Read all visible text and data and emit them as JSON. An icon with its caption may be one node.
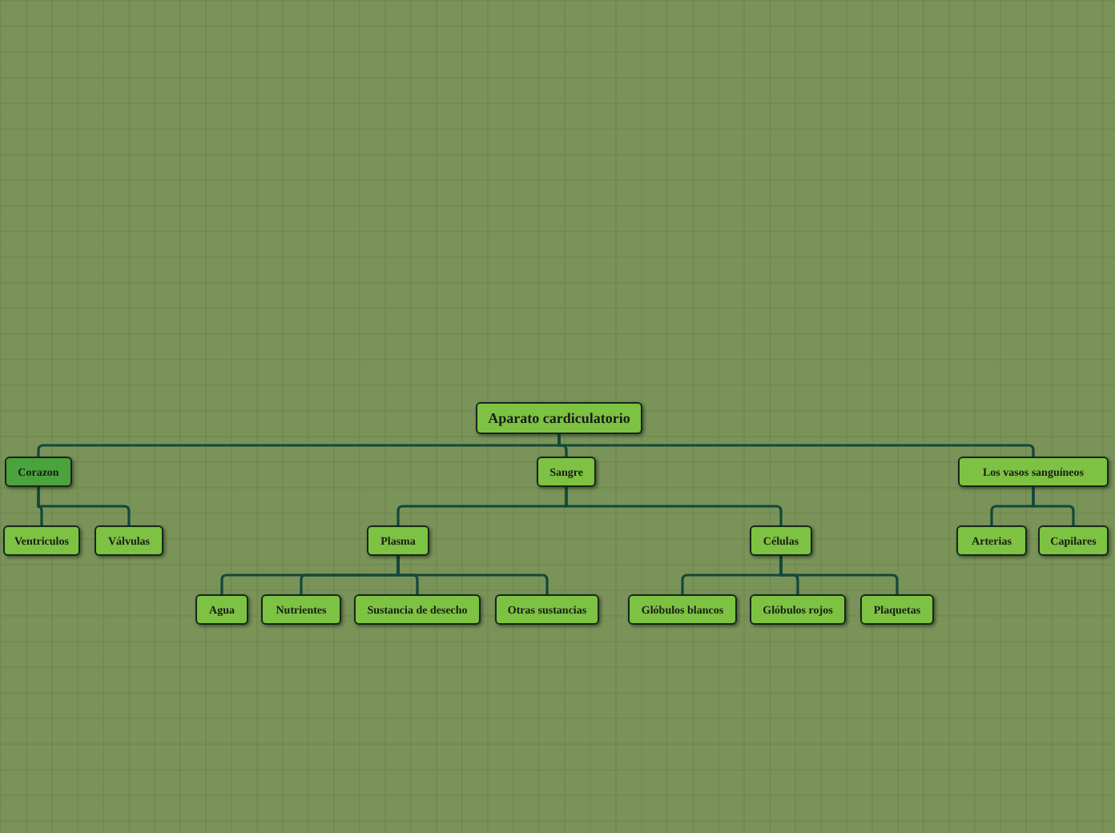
{
  "diagram": {
    "nodes": [
      {
        "text": [
          "Aparato cardiculatorio"
        ]
      },
      {
        "text": [
          "Corazon"
        ]
      },
      {
        "text": [
          "Ventriculos"
        ]
      },
      {
        "text": [
          "Válvulas"
        ]
      },
      {
        "text": [
          "Sangre"
        ]
      },
      {
        "text": [
          "Plasma"
        ]
      },
      {
        "text": [
          "Agua"
        ]
      },
      {
        "text": [
          "Nutrientes"
        ]
      },
      {
        "text": [
          "Sustancia de desecho"
        ]
      },
      {
        "text": [
          "Otras sustancias"
        ]
      },
      {
        "text": [
          "Células"
        ]
      },
      {
        "text": [
          "Glóbulos blancos"
        ]
      },
      {
        "text": [
          "Glóbulos rojos"
        ]
      },
      {
        "text": [
          "Plaquetas"
        ]
      },
      {
        "text": [
          "Los vasos sanguíneos"
        ]
      },
      {
        "text": [
          "Arterias"
        ]
      },
      {
        "text": [
          "Capilares"
        ]
      }
    ],
    "edges": [
      {
        "from": 0,
        "to": 1,
        "arrow": "none"
      },
      {
        "from": 1,
        "to": 2,
        "arrow": "none"
      },
      {
        "from": 1,
        "to": 3,
        "arrow": "none"
      },
      {
        "from": 0,
        "to": 4,
        "arrow": "none"
      },
      {
        "from": 4,
        "to": 5,
        "arrow": "none"
      },
      {
        "from": 5,
        "to": 6,
        "arrow": "none"
      },
      {
        "from": 5,
        "to": 7,
        "arrow": "none"
      },
      {
        "from": 5,
        "to": 8,
        "arrow": "none"
      },
      {
        "from": 5,
        "to": 9,
        "arrow": "none"
      },
      {
        "from": 4,
        "to": 10,
        "arrow": "none"
      },
      {
        "from": 10,
        "to": 11,
        "arrow": "none"
      },
      {
        "from": 10,
        "to": 12,
        "arrow": "none"
      },
      {
        "from": 10,
        "to": 13,
        "arrow": "none"
      },
      {
        "from": 0,
        "to": 14,
        "arrow": "none"
      },
      {
        "from": 14,
        "to": 15,
        "arrow": "none"
      },
      {
        "from": 14,
        "to": 16,
        "arrow": "none"
      }
    ]
  }
}
